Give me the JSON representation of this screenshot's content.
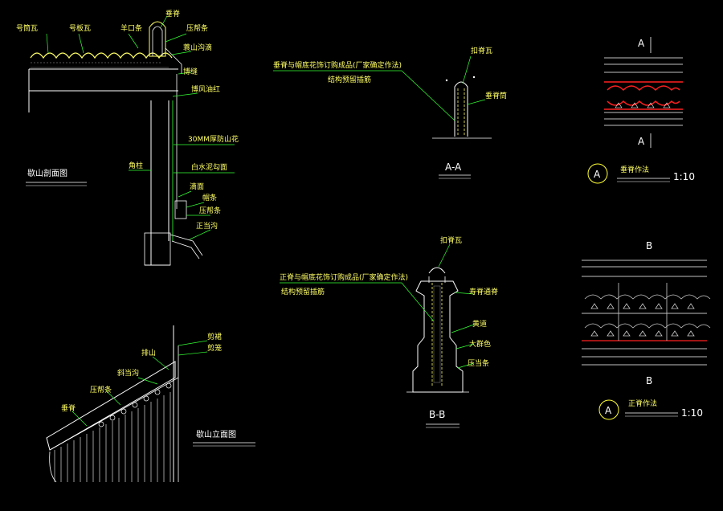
{
  "colors": {
    "background": "#000000",
    "line_white": "#ffffff",
    "line_green": "#33ff33",
    "text_yellow": "#ffff66",
    "accent_red": "#ff2020",
    "outline_yellow": "#ffff33"
  },
  "gable_section": {
    "title": "歇山剖面图",
    "labels": {
      "l1": "号筒瓦",
      "l2": "号板瓦",
      "l3": "羊口条",
      "l4": "垂脊",
      "l5": "压帮条",
      "l6": "蓑山沟滴",
      "l7": "博缝",
      "l8": "博风油红",
      "l9": "30MM厚防山花",
      "l10": "白水泥勾面",
      "l11": "角柱",
      "l12": "滴面",
      "l13": "帽条",
      "l14": "压帮条",
      "l15": "正当沟"
    }
  },
  "gable_elevation": {
    "title": "歇山立面图",
    "labels": {
      "l1": "剪裙",
      "l2": "剪笼",
      "l3": "排山",
      "l4": "斜当沟",
      "l5": "压帮条",
      "l6": "垂脊"
    }
  },
  "section_aa": {
    "title": "A-A",
    "note_line1": "垂脊与帽底花饰订购成品(厂家确定作法)",
    "note_line2": "结构预留插筋",
    "labels": {
      "l1": "扣脊瓦",
      "l2": "垂脊筒"
    }
  },
  "section_bb": {
    "title": "B-B",
    "note_line1": "正脊与帽底花饰订购成品(厂家确定作法)",
    "note_line2": "结构预留插筋",
    "labels": {
      "l1": "扣脊瓦",
      "l2": "寿脊通脊",
      "l3": "黄道",
      "l4": "大群色",
      "l5": "压当条"
    }
  },
  "detail_ridge_a": {
    "cut_top": "A",
    "cut_bottom": "A",
    "circle": "A",
    "name": "垂脊作法",
    "scale": "1:10"
  },
  "detail_ridge_b": {
    "cut_top": "B",
    "cut_bottom": "B",
    "circle": "A",
    "name": "正脊作法",
    "scale": "1:10"
  }
}
